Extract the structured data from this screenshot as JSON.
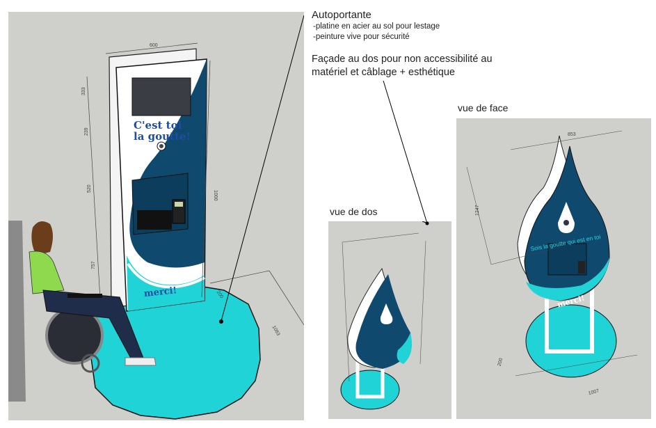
{
  "annotations": {
    "title": "Autoportante",
    "bullets": [
      "-platine en acier au sol pour lestage",
      "-peinture vive pour sécurité"
    ],
    "facade_note_lines": [
      "Façade au dos pour non accessibilité au",
      "matériel et câblage + esthétique"
    ]
  },
  "views": {
    "back_label": "vue de dos",
    "front_label": "vue de face"
  },
  "main_kiosk": {
    "headline_line1": "C'est toi",
    "headline_line2": "la goutte!",
    "footer_text": "merci!",
    "dimensions": {
      "width_top": "600",
      "segment_1": "333",
      "segment_2": "239",
      "segment_3": "520",
      "segment_4": "757",
      "side_height": "1000",
      "base_depth": "1083",
      "base_small": "200"
    }
  },
  "front_view": {
    "slogan": "Sois la goutte qui est en toi",
    "footer_text": "merci!",
    "dimensions": {
      "width_top": "853",
      "height": "1247",
      "base_small": "200",
      "base_depth": "1007"
    }
  },
  "colors": {
    "navy": "#0f4a6e",
    "turquoise": "#1fd3d6",
    "background_grey": "#cfcfcb",
    "headline_blue": "#1e4ea0"
  }
}
